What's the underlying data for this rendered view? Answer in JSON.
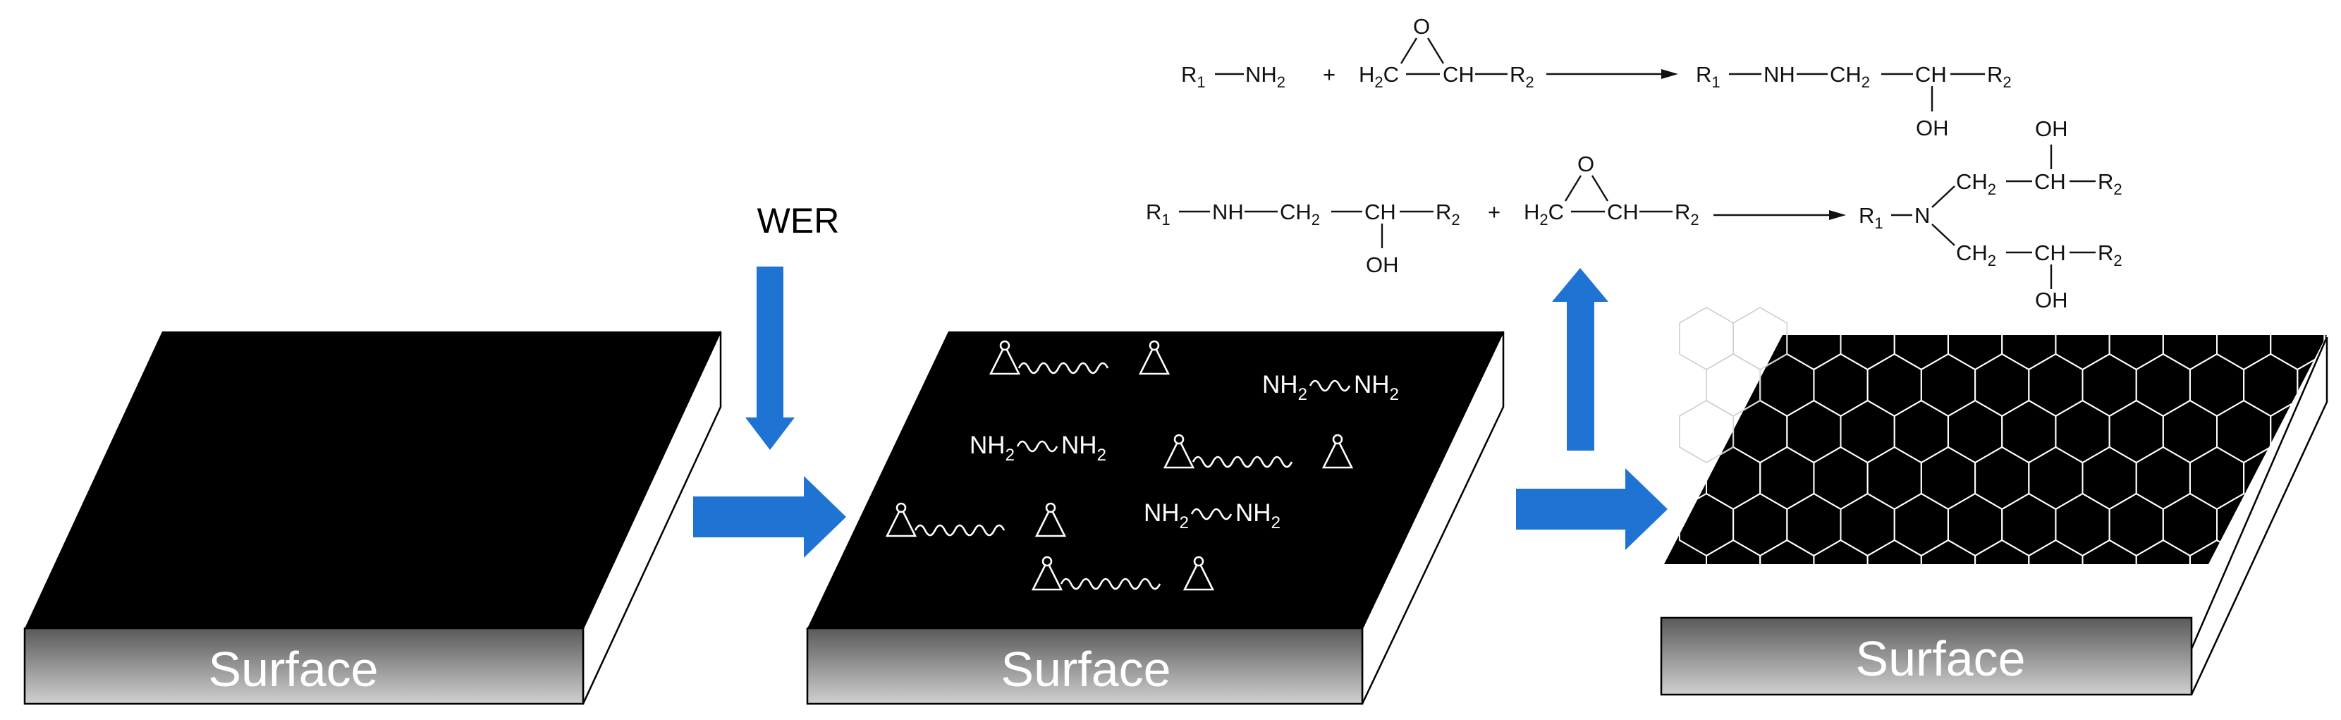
{
  "labels": {
    "surface": "Surface",
    "reagent": "WER"
  },
  "molecules": {
    "amine": [
      "NH",
      "2",
      "NH",
      "2"
    ]
  },
  "reaction1": {
    "reactant_a": [
      "R",
      "1",
      "NH",
      "2"
    ],
    "plus": "+",
    "epoxide": [
      "O",
      "H",
      "2",
      "C",
      "CH",
      "R",
      "2"
    ],
    "product": [
      "R",
      "1",
      "NH",
      "CH",
      "2",
      "CH",
      "R",
      "2",
      "OH"
    ]
  },
  "reaction2": {
    "reactant_a": [
      "R",
      "1",
      "NH",
      "CH",
      "2",
      "CH",
      "R",
      "2",
      "OH"
    ],
    "plus": "+",
    "epoxide": [
      "O",
      "H",
      "2",
      "C",
      "CH",
      "R",
      "2"
    ],
    "product": [
      "R",
      "1",
      "N",
      "CH",
      "2",
      "CH",
      "R",
      "2",
      "OH",
      "CH",
      "2",
      "CH",
      "R",
      "2",
      "OH"
    ]
  },
  "colors": {
    "arrow": "#1f73d2",
    "surface_top": "#000000",
    "front_gradient_top": "#5a5a5a",
    "front_gradient_bottom": "#d0d0d0",
    "hexagon_stroke": "#ffffff"
  }
}
